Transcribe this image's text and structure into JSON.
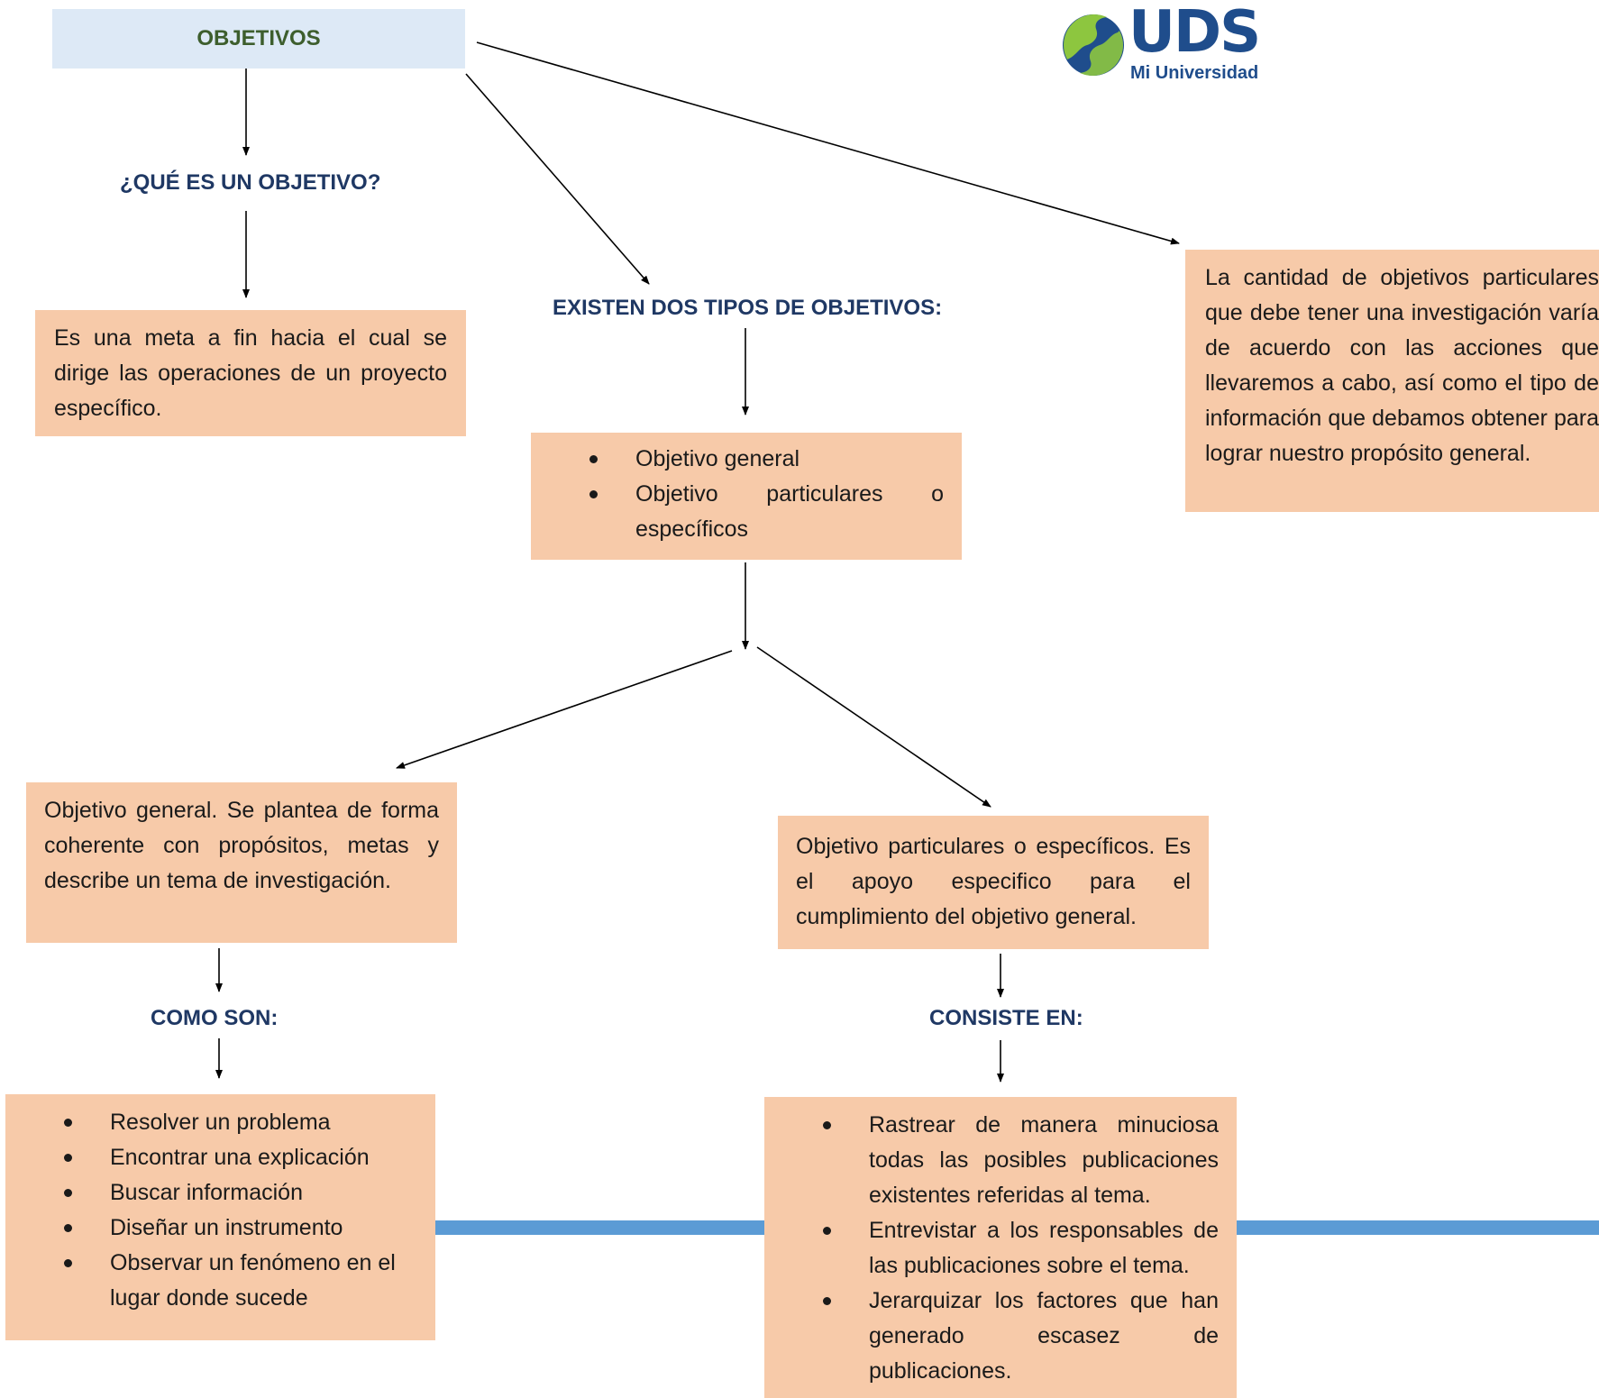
{
  "colors": {
    "box_fill": "#f7caa9",
    "title_fill": "#dde9f6",
    "title_text": "#3d5e2d",
    "heading_text": "#1f3864",
    "band": "#5b9bd5",
    "logo_blue": "#1f4d8c",
    "logo_green": "#8dc63f"
  },
  "logo": {
    "icon": "uds-logo-icon",
    "text": "UDS",
    "subtitle": "Mi Universidad"
  },
  "title": "OBJETIVOS",
  "headings": {
    "what_is": "¿QUÉ ES UN OBJETIVO?",
    "types": "EXISTEN DOS TIPOS DE OBJETIVOS:",
    "como_son": "COMO SON:",
    "consiste_en": "CONSISTE EN:"
  },
  "boxes": {
    "definition": "Es una meta a fin hacia el cual se dirige las operaciones de un proyecto específico.",
    "quantity_note": "La cantidad de objetivos particulares que debe tener una investigación varía de acuerdo con las acciones que llevaremos a cabo, así como el tipo de información que debamos obtener para lograr nuestro propósito general.",
    "types_list": [
      "Objetivo general",
      "Objetivo particulares o específicos"
    ],
    "general_objective": "Objetivo general. Se plantea de forma coherente con propósitos, metas y describe un tema de investigación.",
    "specific_objective": "Objetivo particulares o específicos. Es el apoyo especifico para el cumplimiento del objetivo general.",
    "como_son_list": [
      "Resolver un problema",
      "Encontrar una explicación",
      "Buscar información",
      "Diseñar un instrumento",
      "Observar un fenómeno en el lugar donde sucede"
    ],
    "consiste_list": [
      "Rastrear de manera minuciosa todas las posibles publicaciones existentes referidas al tema.",
      "Entrevistar a los responsables de las publicaciones sobre el tema.",
      "Jerarquizar los factores que han generado escasez de publicaciones."
    ]
  }
}
